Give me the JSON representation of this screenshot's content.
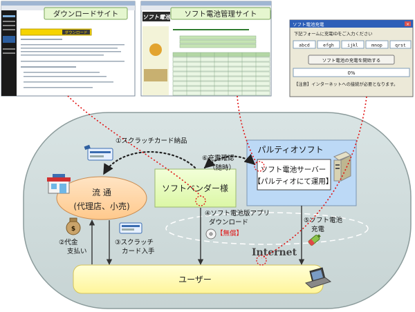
{
  "screens": {
    "download": {
      "title": "ダウンロードサイト",
      "banner": "ダウンロード"
    },
    "manage": {
      "title": "ソフト電池管理サイト",
      "logo": "ソフト電池"
    },
    "charge": {
      "title": "ソフト電池充電",
      "instruction": "下記フォームに充電IDをご入力ください",
      "fields": [
        "abcd",
        "efgh",
        "ijkl",
        "mnop",
        "qrst"
      ],
      "button": "ソフト電池の充電を開始する",
      "progress": "0%",
      "note": "【注意】インターネットへの接続が必要となります。"
    }
  },
  "nodes": {
    "distribution": {
      "line1": "流 通",
      "line2": "(代理店、小売)"
    },
    "vendor": "ソフトベンダー様",
    "partio": "パルティオソフト",
    "server": {
      "line1": "ソフト電池サーバー",
      "line2": "【パルティオにて運用】"
    },
    "user": "ユーザー",
    "internet": "Internet"
  },
  "flows": {
    "f1": "①スクラッチカード納品",
    "f2a": "②代金",
    "f2b": "支払い",
    "f3a": "③スクラッチ",
    "f3b": "カード入手",
    "f4a": "④ソフト電池版アプリ",
    "f4b": "ダウンロード",
    "f4c": "【無償】",
    "f5a": "⑤ソフト電池",
    "f5b": "充電",
    "f6a": "⑥充電確認",
    "f6b": "（随時）"
  }
}
